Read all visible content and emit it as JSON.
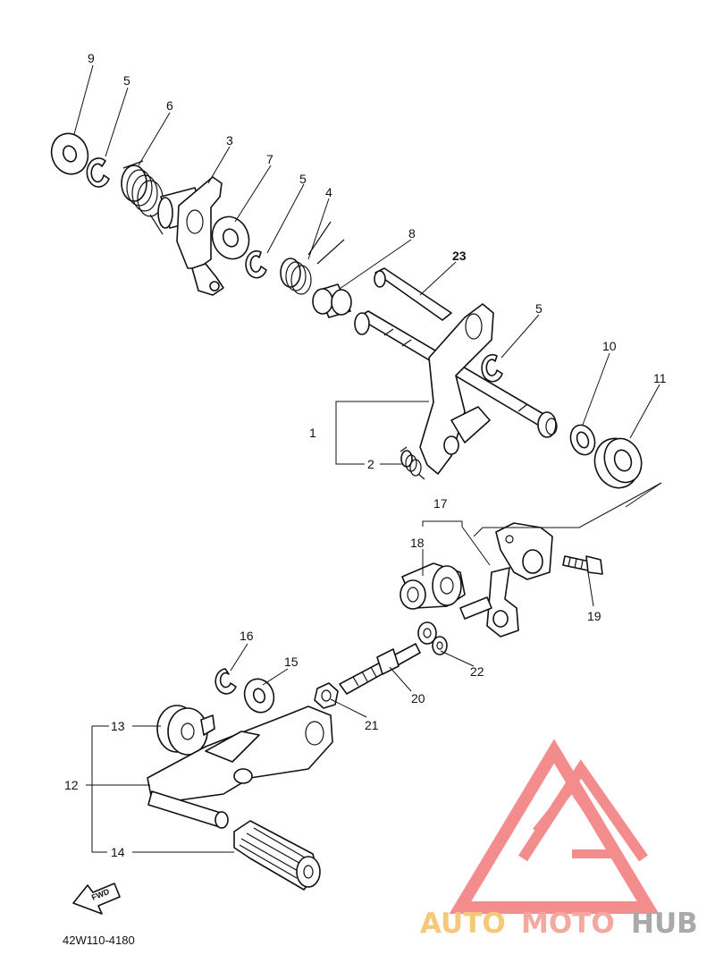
{
  "diagram": {
    "part_numbers": [
      "1",
      "2",
      "3",
      "4",
      "5",
      "6",
      "7",
      "8",
      "9",
      "10",
      "11",
      "12",
      "13",
      "14",
      "15",
      "16",
      "17",
      "18",
      "19",
      "20",
      "21",
      "22",
      "23"
    ],
    "callouts": [
      {
        "id": "c9",
        "text": "9"
      },
      {
        "id": "c5a",
        "text": "5"
      },
      {
        "id": "c6",
        "text": "6"
      },
      {
        "id": "c3",
        "text": "3"
      },
      {
        "id": "c7",
        "text": "7"
      },
      {
        "id": "c5b",
        "text": "5"
      },
      {
        "id": "c4",
        "text": "4"
      },
      {
        "id": "c8",
        "text": "8"
      },
      {
        "id": "c23",
        "text": "23"
      },
      {
        "id": "c5c",
        "text": "5"
      },
      {
        "id": "c10",
        "text": "10"
      },
      {
        "id": "c11",
        "text": "11"
      },
      {
        "id": "c1",
        "text": "1"
      },
      {
        "id": "c2",
        "text": "2"
      },
      {
        "id": "c17",
        "text": "17"
      },
      {
        "id": "c18",
        "text": "18"
      },
      {
        "id": "c19",
        "text": "19"
      },
      {
        "id": "c16",
        "text": "16"
      },
      {
        "id": "c15",
        "text": "15"
      },
      {
        "id": "c22",
        "text": "22"
      },
      {
        "id": "c20",
        "text": "20"
      },
      {
        "id": "c21",
        "text": "21"
      },
      {
        "id": "c13",
        "text": "13"
      },
      {
        "id": "c12",
        "text": "12"
      },
      {
        "id": "c14",
        "text": "14"
      }
    ],
    "fwd_label": "FWD",
    "drawing_code": "42W110-4180"
  },
  "watermark": {
    "word_part1": "AUTO",
    "word_part2": "MOTO",
    "word_part3": "HUB",
    "colors": {
      "auto": "#f6c97a",
      "moto": "#f4a89f",
      "hub": "#a9a9a9",
      "logo": "#f27a7a"
    }
  }
}
